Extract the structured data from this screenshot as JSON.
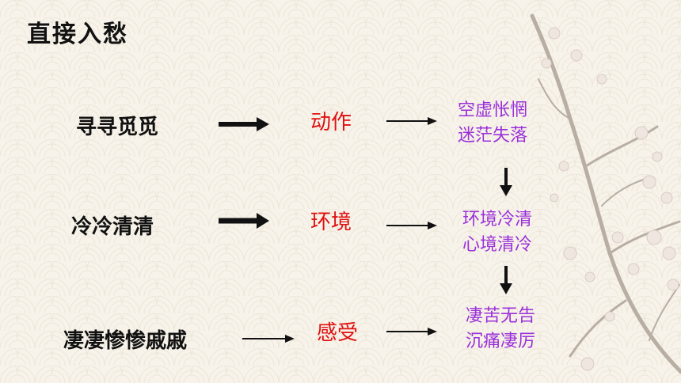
{
  "title": "直接入愁",
  "rows": [
    {
      "term": "寻寻觅觅",
      "category": "动作",
      "result": [
        "空虚怅惘",
        "迷茫失落"
      ]
    },
    {
      "term": "冷冷清清",
      "category": "环境",
      "result": [
        "环境冷清",
        "心境清冷"
      ]
    },
    {
      "term": "凄凄惨惨戚戚",
      "category": "感受",
      "result": [
        "凄苦无告",
        "沉痛凄厉"
      ]
    }
  ],
  "colors": {
    "background": "#f7f3ea",
    "category": "#e01010",
    "result": "#9b30d9",
    "text": "#111111"
  }
}
